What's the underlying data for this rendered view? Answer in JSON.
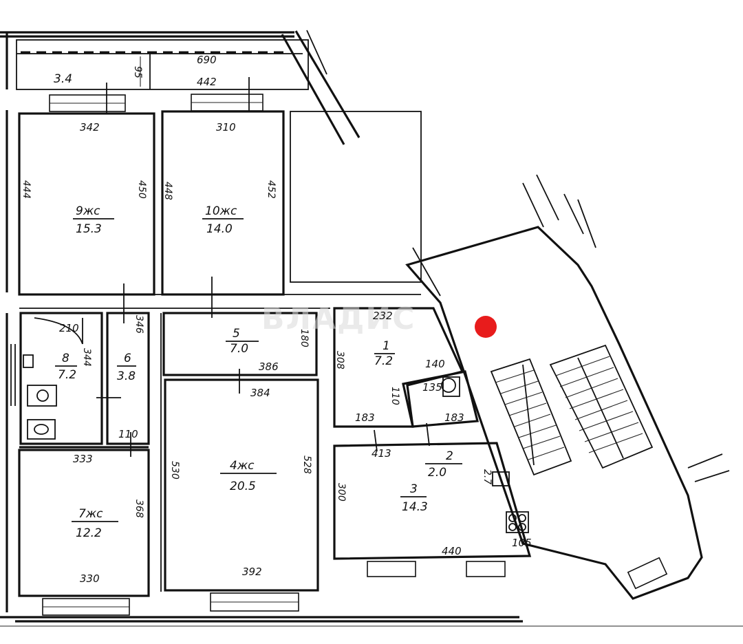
{
  "watermark": "ВЛАДИС",
  "marker": {
    "color": "#e81c1c"
  },
  "top_strip": {
    "balcony_area": "3.4",
    "dims": [
      "690",
      "95",
      "442"
    ]
  },
  "rooms": [
    {
      "id": "r9",
      "number": "9жс",
      "area": "15.3",
      "dims": [
        "342",
        "444",
        "450"
      ]
    },
    {
      "id": "r10",
      "number": "10жс",
      "area": "14.0",
      "dims": [
        "310",
        "448",
        "452"
      ]
    },
    {
      "id": "r8",
      "number": "8",
      "area": "7.2",
      "dims": [
        "210",
        "344"
      ]
    },
    {
      "id": "r6",
      "number": "6",
      "area": "3.8",
      "dims": [
        "346",
        "110"
      ]
    },
    {
      "id": "r5",
      "number": "5",
      "area": "7.0",
      "dims": [
        "180",
        "386"
      ]
    },
    {
      "id": "r4",
      "number": "4жс",
      "area": "20.5",
      "dims": [
        "384",
        "530",
        "528",
        "392"
      ]
    },
    {
      "id": "r7",
      "number": "7жс",
      "area": "12.2",
      "dims": [
        "333",
        "368",
        "330"
      ]
    },
    {
      "id": "r1",
      "number": "1",
      "area": "7.2",
      "dims": [
        "232",
        "308",
        "183"
      ]
    },
    {
      "id": "r2",
      "number": "2",
      "area": "2.0",
      "dims": [
        "140",
        "135",
        "110",
        "183"
      ]
    },
    {
      "id": "r3",
      "number": "3",
      "area": "14.3",
      "dims": [
        "413",
        "300",
        "440",
        "105"
      ]
    },
    {
      "id": "r_misc",
      "number": "",
      "area": "",
      "dims": [
        "2.7"
      ]
    }
  ]
}
